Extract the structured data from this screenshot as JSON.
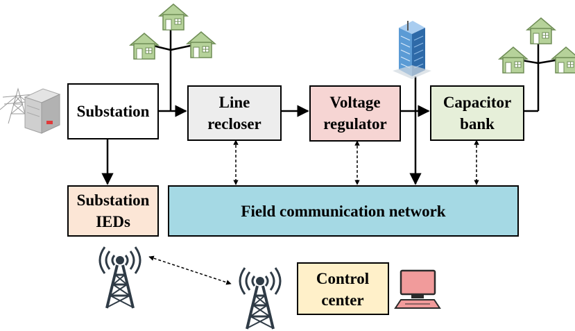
{
  "nodes": {
    "substation": {
      "lines": [
        "Substation"
      ],
      "fill": "#ffffff"
    },
    "recloser": {
      "lines": [
        "Line",
        "recloser"
      ],
      "fill": "#ededed"
    },
    "regulator": {
      "lines": [
        "Voltage",
        "regulator"
      ],
      "fill": "#f6d5d3"
    },
    "capacitor": {
      "lines": [
        "Capacitor",
        "bank"
      ],
      "fill": "#e6efd9"
    },
    "ieds": {
      "lines": [
        "Substation",
        "IEDs"
      ],
      "fill": "#fce6d6"
    },
    "network": {
      "lines": [
        "Field communication network"
      ],
      "fill": "#a5d9e4"
    },
    "control": {
      "lines": [
        "Control",
        "center"
      ],
      "fill": "#fff0c9"
    }
  },
  "colors": {
    "house_fill": "#b6d29a",
    "house_stroke": "#6e8c55",
    "tower": "#2f3b46",
    "computer": "#f19b9b",
    "building": "#5b9bd5"
  },
  "icons": [
    "house-icon",
    "office-building-icon",
    "substation-equipment-icon",
    "radio-tower-icon",
    "computer-icon"
  ]
}
